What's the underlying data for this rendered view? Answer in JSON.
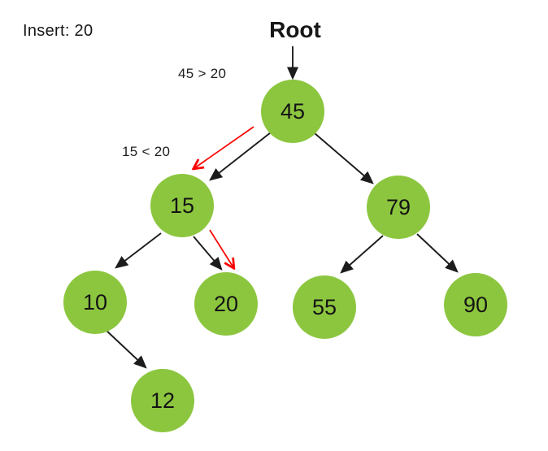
{
  "page": {
    "title": "Insert: 20"
  },
  "diagram": {
    "type": "binary-search-tree-insertion",
    "root_pointer_label": "Root",
    "insert_value": "20",
    "annotations": [
      {
        "text": "45 > 20",
        "meaning": "go left from 45"
      },
      {
        "text": "15 < 20",
        "meaning": "go right from 15"
      }
    ],
    "nodes": [
      {
        "id": "45",
        "label": "45"
      },
      {
        "id": "15",
        "label": "15"
      },
      {
        "id": "79",
        "label": "79"
      },
      {
        "id": "10",
        "label": "10"
      },
      {
        "id": "20",
        "label": "20"
      },
      {
        "id": "55",
        "label": "55"
      },
      {
        "id": "90",
        "label": "90"
      },
      {
        "id": "12",
        "label": "12"
      }
    ],
    "edges": [
      {
        "from": "Root",
        "to": "45"
      },
      {
        "from": "45",
        "to": "15",
        "side": "left"
      },
      {
        "from": "45",
        "to": "79",
        "side": "right"
      },
      {
        "from": "15",
        "to": "10",
        "side": "left"
      },
      {
        "from": "15",
        "to": "20",
        "side": "right"
      },
      {
        "from": "79",
        "to": "55",
        "side": "left"
      },
      {
        "from": "79",
        "to": "90",
        "side": "right"
      },
      {
        "from": "10",
        "to": "12",
        "side": "right"
      }
    ],
    "insertion_path": [
      {
        "from": "45",
        "to": "15"
      },
      {
        "from": "15",
        "to": "20"
      }
    ],
    "colors": {
      "node_fill": "#8CC63F",
      "edge": "#1c1c1c",
      "insertion_path": "#FA0000",
      "text": "#171717",
      "background": "#FFFFFF"
    }
  }
}
